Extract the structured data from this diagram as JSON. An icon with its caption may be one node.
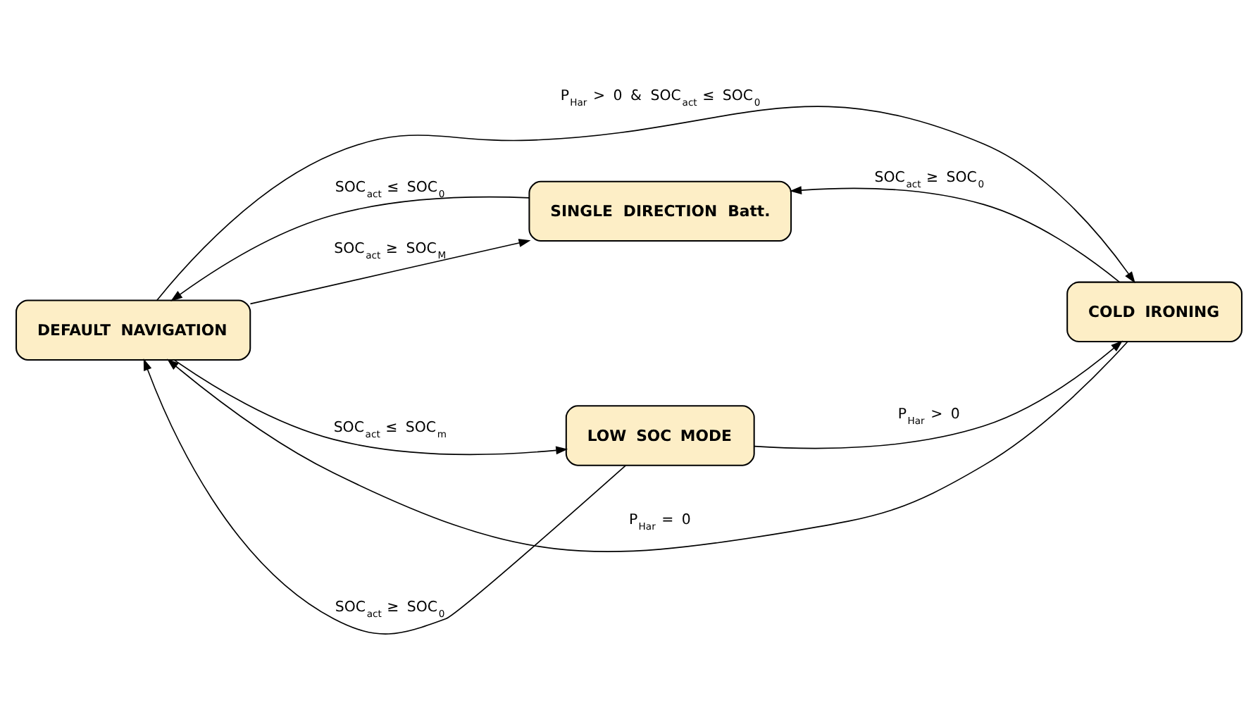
{
  "diagram": {
    "nodes": [
      {
        "text": [
          "SINGLE DIRECTION Batt."
        ]
      },
      {
        "text": [
          "DEFAULT NAVIGATION"
        ]
      },
      {
        "text": [
          "COLD IRONING"
        ]
      },
      {
        "text": [
          "LOW SOC MODE"
        ]
      }
    ],
    "edges": [
      {
        "from": 1,
        "to": 0,
        "arrow": "to",
        "label": "SOC$_{act}$ ≥ SOC$_{M}$"
      },
      {
        "from": 0,
        "to": 1,
        "arrow": "to",
        "label": "SOC$_{act}$ ≤ SOC$_{0}$"
      },
      {
        "from": 2,
        "to": 0,
        "arrow": "to",
        "label": "SOC$_{act}$ ≥ SOC$_{0}$"
      },
      {
        "from": 1,
        "to": 2,
        "arrow": "to",
        "label": "P$_{Har}$ > 0 & SOC$_{act}$ ≤ SOC$_{0}$"
      },
      {
        "from": 2,
        "to": 1,
        "arrow": "to",
        "label": "P$_{Har}$ = 0"
      },
      {
        "from": 3,
        "to": 1,
        "arrow": "to",
        "label": "SOC$_{act}$ ≥ SOC$_{0}$"
      },
      {
        "from": 1,
        "to": 3,
        "arrow": "to",
        "label": "SOC$_{act}$ ≤ SOC$_{m}$"
      },
      {
        "from": 3,
        "to": 2,
        "arrow": "to",
        "label": "P$_{Har}$ > 0"
      }
    ]
  }
}
